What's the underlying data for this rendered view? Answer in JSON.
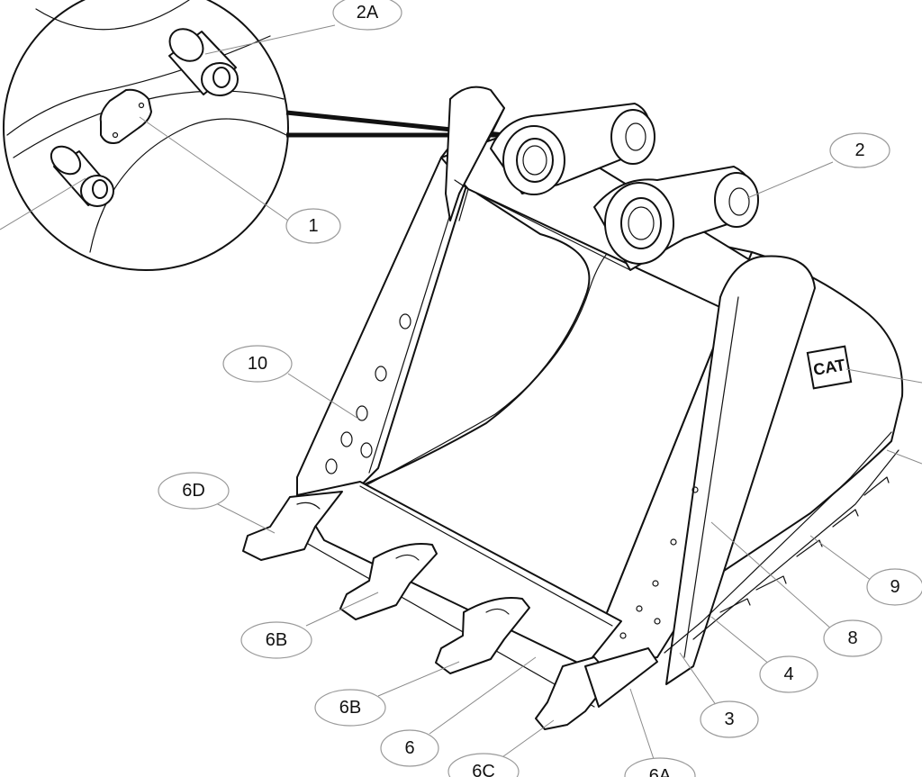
{
  "logo_text": "CAT",
  "callouts": [
    {
      "id": "c-2A",
      "label": "2A"
    },
    {
      "id": "c-1",
      "label": "1"
    },
    {
      "id": "c-2",
      "label": "2"
    },
    {
      "id": "c-10",
      "label": "10"
    },
    {
      "id": "c-6D",
      "label": "6D"
    },
    {
      "id": "c-6B-upper",
      "label": "6B"
    },
    {
      "id": "c-6B-lower",
      "label": "6B"
    },
    {
      "id": "c-6",
      "label": "6"
    },
    {
      "id": "c-6C",
      "label": "6C"
    },
    {
      "id": "c-6A",
      "label": "6A"
    },
    {
      "id": "c-3",
      "label": "3"
    },
    {
      "id": "c-4",
      "label": "4"
    },
    {
      "id": "c-8",
      "label": "8"
    },
    {
      "id": "c-9",
      "label": "9"
    }
  ]
}
